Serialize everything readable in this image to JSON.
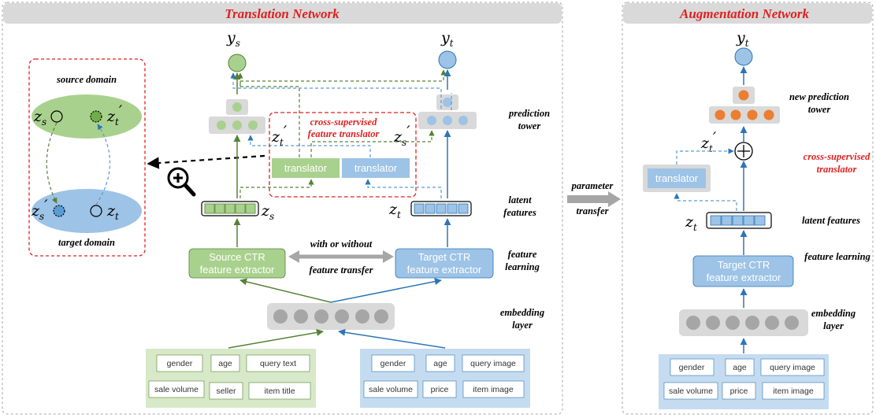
{
  "titles": {
    "translation": "Translation Network",
    "augmentation": "Augmentation Network"
  },
  "outputs": {
    "source_symbol": "y",
    "source_sub": "s",
    "target_symbol": "y",
    "target_sub": "t"
  },
  "latent": {
    "zs": "z",
    "zs_sub": "s",
    "zt": "z",
    "zt_sub": "t",
    "zt_prime_sub": "t",
    "zs_prime_sub": "s",
    "prime": "′"
  },
  "inset": {
    "source_domain": "source domain",
    "target_domain": "target domain"
  },
  "translator": {
    "title_line1": "cross-supervised",
    "title_line2": "feature translator",
    "left_label": "translator",
    "right_label": "translator"
  },
  "side_labels": {
    "prediction_tower_1": "prediction",
    "prediction_tower_2": "tower",
    "latent_1": "latent",
    "latent_2": "features",
    "feature_learning_1": "feature",
    "feature_learning_2": "learning",
    "embedding_1": "embedding",
    "embedding_2": "layer",
    "with_or_without": "with or without",
    "feature_transfer": "feature transfer",
    "parameter": "parameter",
    "transfer": "transfer"
  },
  "extractors": {
    "source_line1": "Source CTR",
    "source_line2": "feature extractor",
    "target_line1": "Target CTR",
    "target_line2": "feature extractor"
  },
  "source_features": [
    "gender",
    "age",
    "query text",
    "sale volume",
    "seller",
    "item title"
  ],
  "target_features": [
    "gender",
    "age",
    "query image",
    "sale volume",
    "price",
    "item image"
  ],
  "augmentation": {
    "new_prediction_1": "new prediction",
    "new_prediction_2": "tower",
    "cst_1": "cross-supervised",
    "cst_2": "translator",
    "latent_features": "latent features",
    "feature_learning": "feature learning",
    "embedding_1": "embedding",
    "embedding_2": "layer",
    "translator": "translator",
    "extractor_line1": "Target CTR",
    "extractor_line2": "feature extractor",
    "features": [
      "gender",
      "age",
      "query image",
      "sale volume",
      "price",
      "item image"
    ]
  },
  "colors": {
    "green": "#a9d18e",
    "green_dark": "#548235",
    "blue": "#9dc3e6",
    "blue_dark": "#2e75b6",
    "orange": "#ed7d31",
    "red": "#e02020",
    "gray": "#d9d9d9",
    "gray_dark": "#a6a6a6"
  }
}
